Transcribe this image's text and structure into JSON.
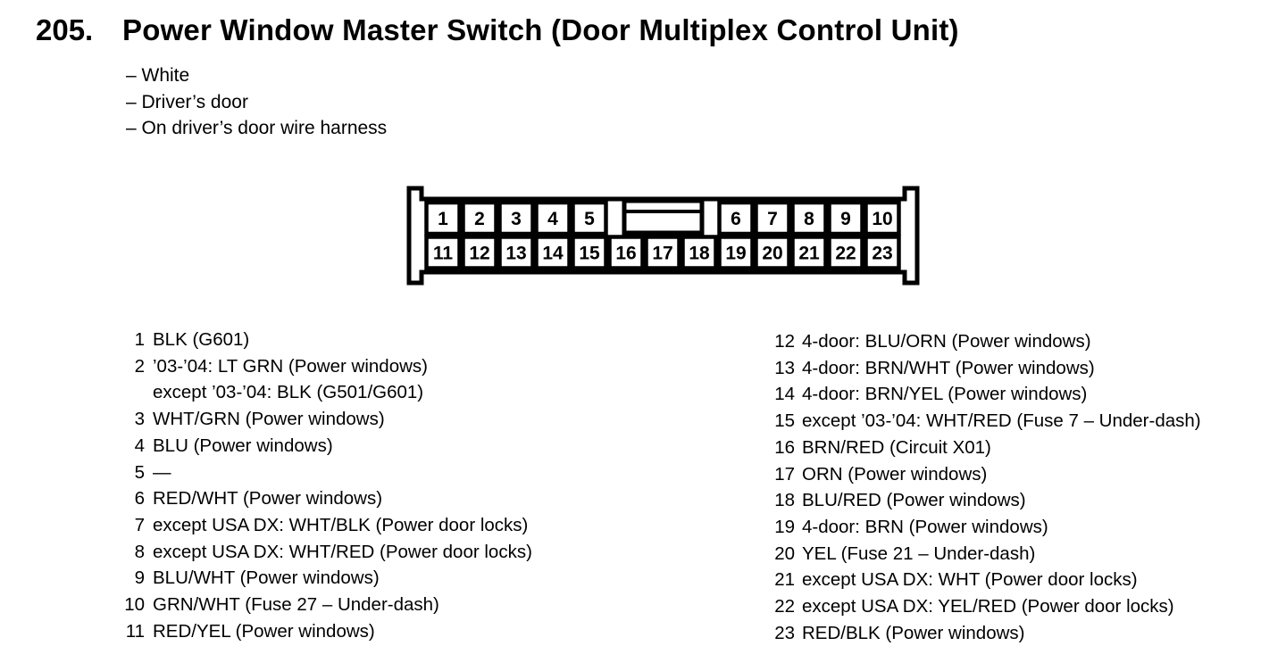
{
  "page": {
    "number": "205.",
    "title": "Power Window Master Switch (Door Multiplex Control Unit)",
    "notes": [
      "– White",
      "– Driver’s door",
      "– On driver’s door wire harness"
    ]
  },
  "connector": {
    "top_row_left": [
      "1",
      "2",
      "3",
      "4",
      "5"
    ],
    "top_row_right": [
      "6",
      "7",
      "8",
      "9",
      "10"
    ],
    "bottom_row": [
      "11",
      "12",
      "13",
      "14",
      "15",
      "16",
      "17",
      "18",
      "19",
      "20",
      "21",
      "22",
      "23"
    ]
  },
  "pins_left": [
    {
      "num": "1",
      "desc": "BLK (G601)"
    },
    {
      "num": "2",
      "desc": "’03-’04: LT GRN (Power windows)",
      "desc2": "except ’03-’04: BLK (G501/G601)"
    },
    {
      "num": "3",
      "desc": "WHT/GRN (Power windows)"
    },
    {
      "num": "4",
      "desc": "BLU (Power windows)"
    },
    {
      "num": "5",
      "desc": "—"
    },
    {
      "num": "6",
      "desc": "RED/WHT (Power windows)"
    },
    {
      "num": "7",
      "desc": "except USA DX: WHT/BLK (Power door locks)"
    },
    {
      "num": "8",
      "desc": "except USA DX: WHT/RED (Power door locks)"
    },
    {
      "num": "9",
      "desc": "BLU/WHT (Power windows)"
    },
    {
      "num": "10",
      "desc": "GRN/WHT (Fuse 27 – Under-dash)"
    },
    {
      "num": "11",
      "desc": "RED/YEL (Power windows)"
    }
  ],
  "pins_right": [
    {
      "num": "12",
      "desc": "4-door: BLU/ORN (Power windows)"
    },
    {
      "num": "13",
      "desc": "4-door: BRN/WHT (Power windows)"
    },
    {
      "num": "14",
      "desc": "4-door: BRN/YEL (Power windows)"
    },
    {
      "num": "15",
      "desc": "except ’03-’04: WHT/RED (Fuse 7 – Under-dash)"
    },
    {
      "num": "16",
      "desc": "BRN/RED (Circuit X01)"
    },
    {
      "num": "17",
      "desc": "ORN (Power windows)"
    },
    {
      "num": "18",
      "desc": "BLU/RED (Power windows)"
    },
    {
      "num": "19",
      "desc": "4-door: BRN (Power windows)"
    },
    {
      "num": "20",
      "desc": "YEL (Fuse 21 – Under-dash)"
    },
    {
      "num": "21",
      "desc": "except USA DX: WHT (Power door locks)"
    },
    {
      "num": "22",
      "desc": "except USA DX: YEL/RED (Power door locks)"
    },
    {
      "num": "23",
      "desc": "RED/BLK (Power windows)"
    }
  ],
  "colors": {
    "ink": "#000000",
    "paper": "#ffffff"
  }
}
